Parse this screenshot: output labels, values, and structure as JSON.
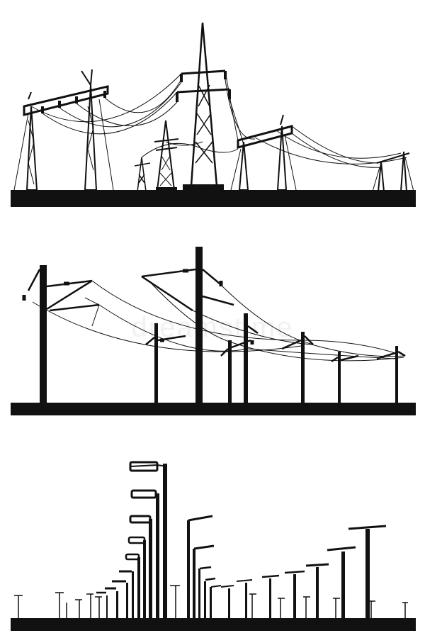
{
  "scenes": [
    {
      "id": "power-lines",
      "icon": "transmission-tower-icon"
    },
    {
      "id": "railway-catenary",
      "icon": "catenary-pole-icon"
    },
    {
      "id": "street-lamps",
      "icon": "street-lamp-icon"
    }
  ],
  "colors": {
    "ink": "#111111",
    "background": "#ffffff"
  },
  "watermark": "dreamstime"
}
